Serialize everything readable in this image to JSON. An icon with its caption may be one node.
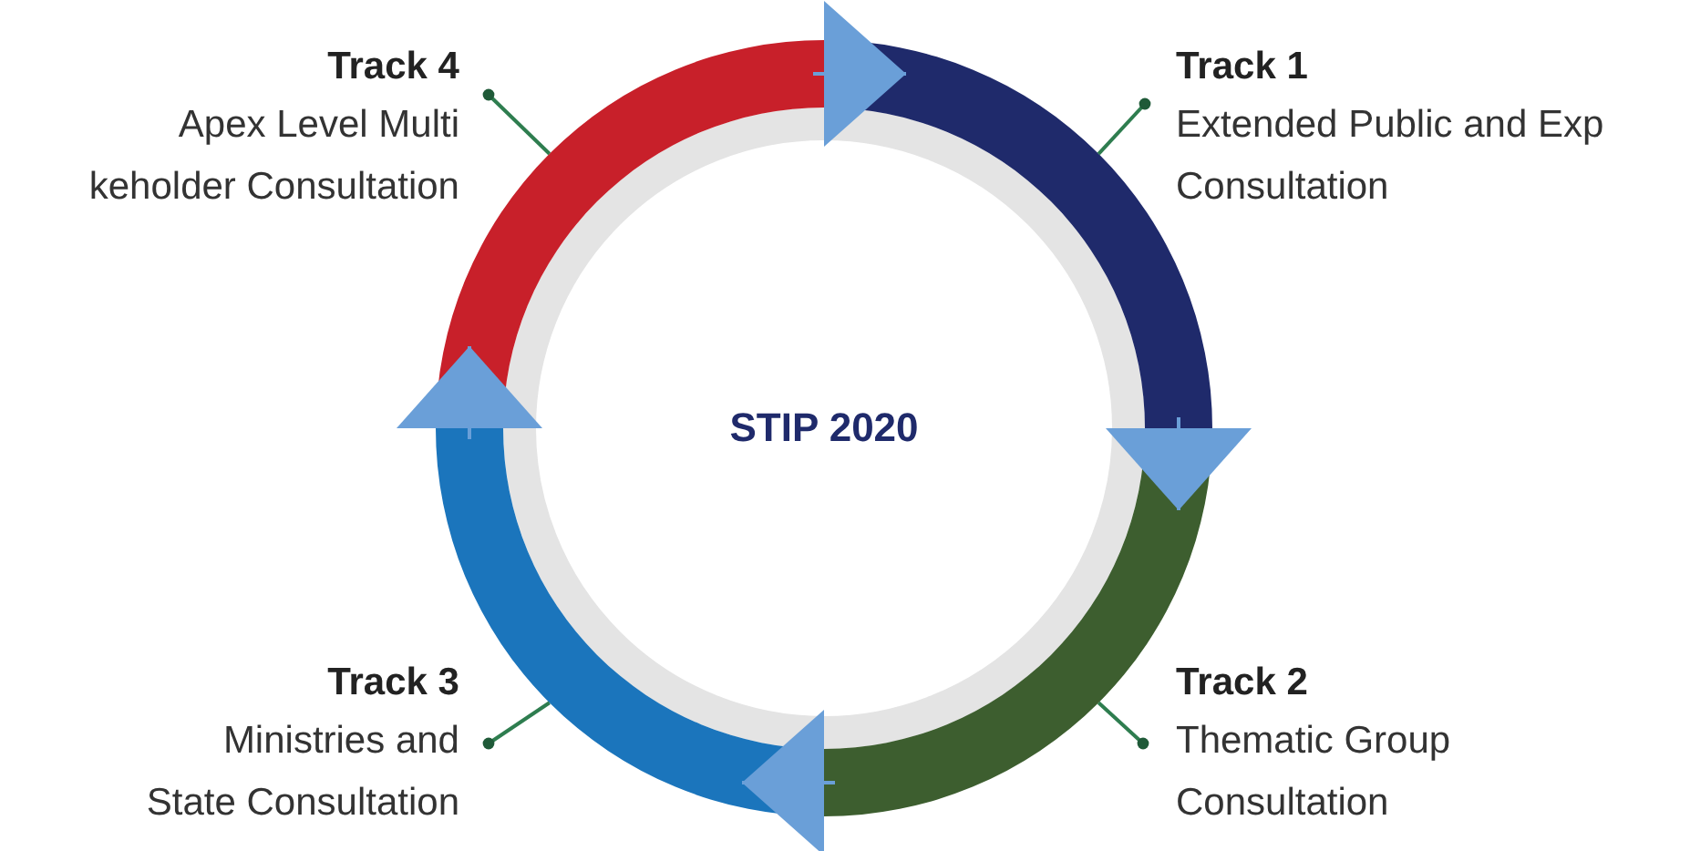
{
  "diagram": {
    "nodes": [
      {
        "text": [
          "Track 4",
          "Apex Level Multi keholder Consultation"
        ]
      },
      {
        "text": [],
        "shape": "arc"
      },
      {
        "text": [],
        "shape": "arc"
      },
      {
        "text": [
          "Track 1",
          "Extended Public and Exp Consultation"
        ]
      },
      {
        "text": [
          "STIP 2020"
        ]
      },
      {
        "text": [
          "Track 3",
          "Ministries and State Consultation"
        ]
      },
      {
        "text": [],
        "shape": "arc"
      },
      {
        "text": [],
        "shape": "arc"
      },
      {
        "text": [
          "Track 2",
          "Thematic Group Consultation"
        ]
      }
    ],
    "edges": [
      {
        "from": 0,
        "to": 1,
        "arrow": "other"
      },
      {
        "from": 3,
        "to": 2,
        "arrow": "other"
      },
      {
        "from": 5,
        "to": 6,
        "arrow": "other"
      },
      {
        "from": 8,
        "to": 7,
        "arrow": "other"
      },
      {
        "from": 1,
        "to": 2,
        "arrow": "to",
        "color": "#6a9fd8"
      },
      {
        "from": 2,
        "to": 7,
        "arrow": "to",
        "color": "#6a9fd8"
      },
      {
        "from": 7,
        "to": 6,
        "arrow": "to",
        "color": "#6a9fd8"
      },
      {
        "from": 6,
        "to": 1,
        "arrow": "to",
        "color": "#6a9fd8"
      }
    ]
  }
}
